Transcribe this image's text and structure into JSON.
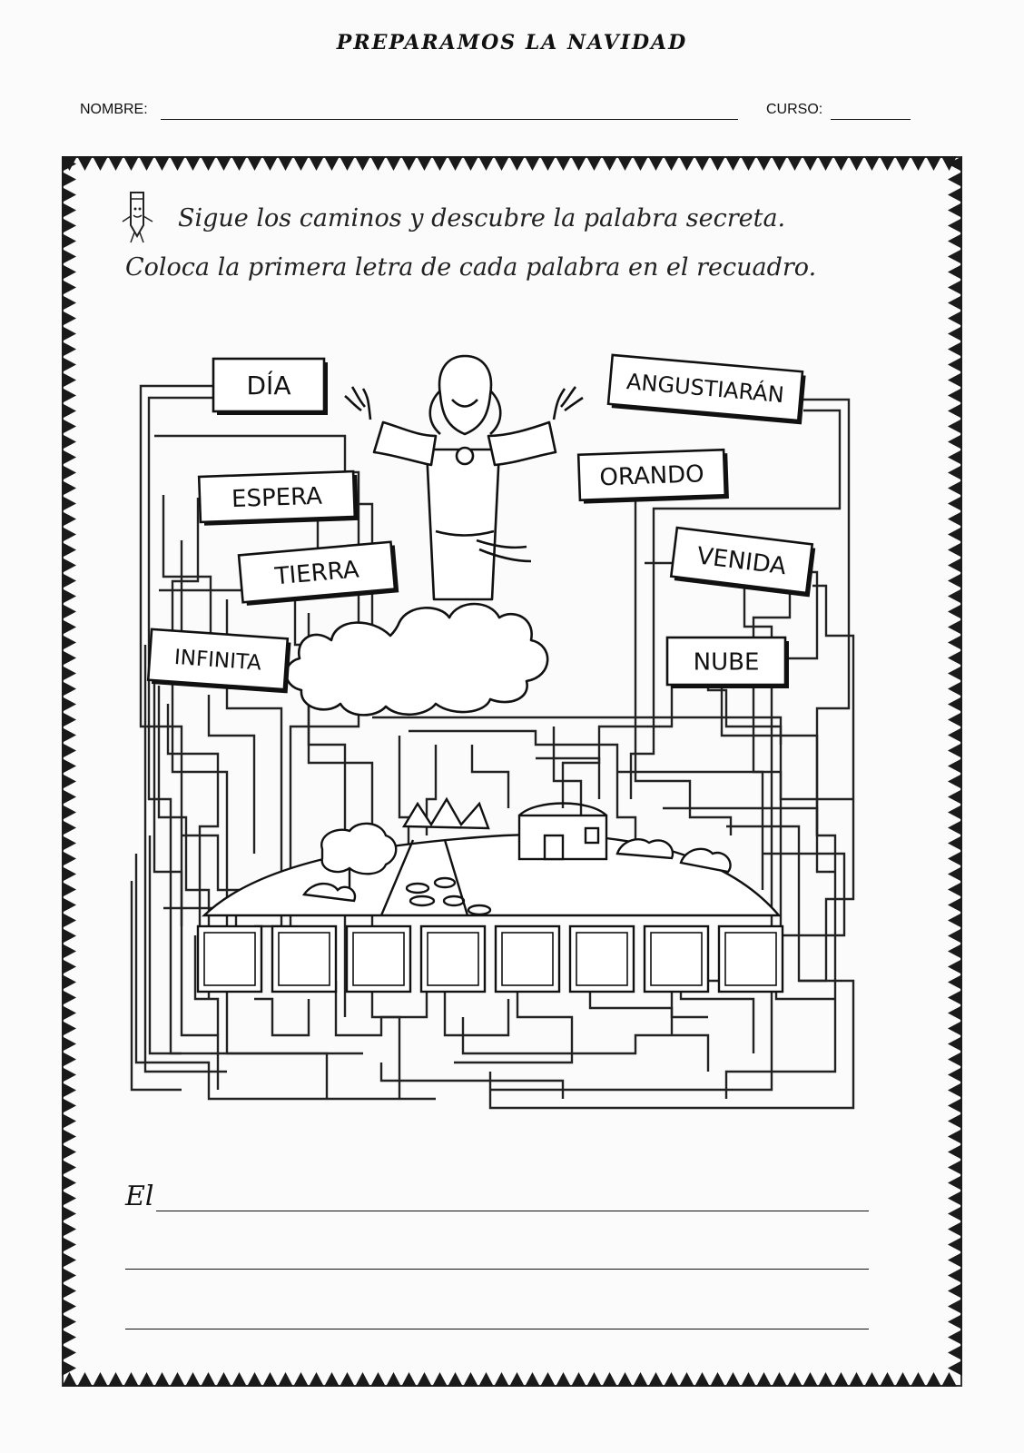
{
  "header": {
    "title": "PREPARAMOS LA NAVIDAD",
    "name_label": "NOMBRE:",
    "course_label": "CURSO:"
  },
  "instructions": {
    "line1": "Sigue  los  caminos  y  descubre  la  palabra  secreta.",
    "line2": "Coloca la primera  letra de cada palabra en el recuadro."
  },
  "maze": {
    "words": [
      "DÍA",
      "ANGUSTIARÁN",
      "ESPERA",
      "ORANDO",
      "TIERRA",
      "VENIDA",
      "INFINITA",
      "NUBE"
    ],
    "answer_boxes": 8
  },
  "answer": {
    "prefix": "El"
  },
  "icons": {
    "pencil": "pencil-character-icon",
    "figure": "jesus-on-cloud-illustration",
    "landscape": "hill-village-illustration"
  }
}
